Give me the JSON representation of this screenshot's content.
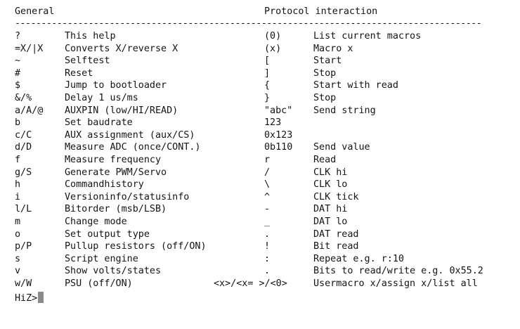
{
  "headers": {
    "left": "General",
    "right": "Protocol interaction"
  },
  "divider": "--------------------------------------------------------------------------------------------------------------",
  "general_commands": [
    {
      "key": "?",
      "desc": "This help"
    },
    {
      "key": "=X/|X",
      "desc": "Converts X/reverse X"
    },
    {
      "key": "~",
      "desc": "Selftest"
    },
    {
      "key": "#",
      "desc": "Reset"
    },
    {
      "key": "$",
      "desc": "Jump to bootloader"
    },
    {
      "key": "&/%",
      "desc": "Delay 1 us/ms"
    },
    {
      "key": "a/A/@",
      "desc": "AUXPIN (low/HI/READ)"
    },
    {
      "key": "b",
      "desc": "Set baudrate"
    },
    {
      "key": "c/C",
      "desc": "AUX assignment (aux/CS)"
    },
    {
      "key": "d/D",
      "desc": "Measure ADC (once/CONT.)"
    },
    {
      "key": "f",
      "desc": "Measure frequency"
    },
    {
      "key": "g/S",
      "desc": "Generate PWM/Servo"
    },
    {
      "key": "h",
      "desc": "Commandhistory"
    },
    {
      "key": "i",
      "desc": "Versioninfo/statusinfo"
    },
    {
      "key": "l/L",
      "desc": "Bitorder (msb/LSB)"
    },
    {
      "key": "m",
      "desc": "Change mode"
    },
    {
      "key": "o",
      "desc": "Set output type"
    },
    {
      "key": "p/P",
      "desc": "Pullup resistors (off/ON)"
    },
    {
      "key": "s",
      "desc": "Script engine"
    },
    {
      "key": "v",
      "desc": "Show volts/states"
    },
    {
      "key": "w/W",
      "desc": "PSU (off/ON)"
    }
  ],
  "protocol_commands": [
    {
      "key": "(0)",
      "desc": "List current macros"
    },
    {
      "key": "(x)",
      "desc": "Macro x"
    },
    {
      "key": "[",
      "desc": "Start"
    },
    {
      "key": "]",
      "desc": "Stop"
    },
    {
      "key": "{",
      "desc": "Start with read"
    },
    {
      "key": "}",
      "desc": "Stop"
    },
    {
      "key": "\"abc\"",
      "desc": "Send string"
    },
    {
      "key": "123",
      "desc": ""
    },
    {
      "key": "0x123",
      "desc": ""
    },
    {
      "key": "0b110",
      "desc": "Send value"
    },
    {
      "key": "r",
      "desc": "Read"
    },
    {
      "key": "/",
      "desc": "CLK hi"
    },
    {
      "key": "\\",
      "desc": "CLK lo"
    },
    {
      "key": "^",
      "desc": "CLK tick"
    },
    {
      "key": "-",
      "desc": "DAT hi"
    },
    {
      "key": "_",
      "desc": "DAT lo"
    },
    {
      "key": ".",
      "desc": "DAT read"
    },
    {
      "key": "!",
      "desc": "Bit read"
    },
    {
      "key": ":",
      "desc": "Repeat e.g. r:10"
    },
    {
      "key": ".",
      "desc": "Bits to read/write e.g. 0x55.2"
    },
    {
      "key": "<x>/<x= >/<0>",
      "desc": "Usermacro x/assign x/list all"
    }
  ],
  "prompt": "HiZ>"
}
